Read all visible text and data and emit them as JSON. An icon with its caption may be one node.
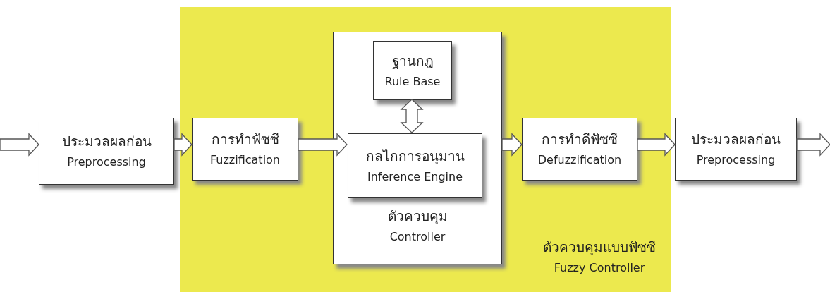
{
  "diagram": {
    "nodes": [
      {
        "text": [
          "ประมวลผลก่อน",
          "Preprocessing"
        ]
      },
      {
        "text": [
          "ตัวควบคุมแบบฟัซซี",
          "Fuzzy Controller"
        ]
      },
      {
        "text": [
          "การทำฟัซซี",
          "Fuzzification"
        ],
        "in": 1
      },
      {
        "text": [
          "ตัวควบคุม",
          "Controller"
        ],
        "in": 1
      },
      {
        "text": [
          "ฐานกฎ",
          "Rule Base"
        ],
        "in": 3
      },
      {
        "text": [
          "กลไกการอนุมาน",
          "Inference Engine"
        ],
        "in": 3
      },
      {
        "text": [
          "การทำดีฟัซซี",
          "Defuzzification"
        ],
        "in": 1
      },
      {
        "text": [
          "ประมวลผลก่อน",
          "Preprocessing"
        ]
      }
    ],
    "edges": [
      {
        "from": null,
        "to": 0,
        "arrow": "to"
      },
      {
        "from": 0,
        "to": 2,
        "arrow": "to"
      },
      {
        "from": 2,
        "to": 5,
        "arrow": "to"
      },
      {
        "from": 4,
        "to": 5,
        "arrow": "both"
      },
      {
        "from": 3,
        "to": 6,
        "arrow": "to"
      },
      {
        "from": 6,
        "to": 7,
        "arrow": "to"
      },
      {
        "from": 7,
        "to": null,
        "arrow": "to"
      }
    ]
  }
}
